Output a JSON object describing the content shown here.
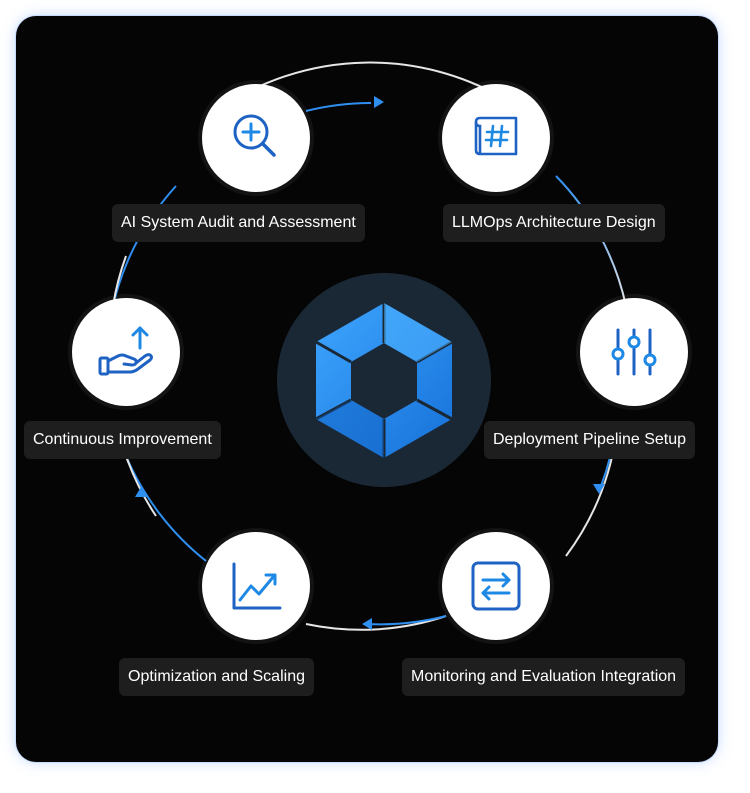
{
  "steps": [
    {
      "label": "AI System Audit and Assessment",
      "icon": "magnifier-plus-icon"
    },
    {
      "label": "LLMOps Architecture Design",
      "icon": "blueprint-icon"
    },
    {
      "label": "Deployment Pipeline Setup",
      "icon": "sliders-icon"
    },
    {
      "label": "Monitoring and Evaluation Integration",
      "icon": "swap-arrows-icon"
    },
    {
      "label": "Optimization and Scaling",
      "icon": "trend-chart-icon"
    },
    {
      "label": "Continuous Improvement",
      "icon": "hand-upload-icon"
    }
  ],
  "center": {
    "icon": "hexagon-logo-icon"
  },
  "colors": {
    "accent": "#1E88E5",
    "accent_light": "#3DA2FF",
    "panel": "#050505",
    "hub": "#1A2836",
    "label_bg": "#1E1E1E",
    "ring": "#E8E8E8"
  }
}
